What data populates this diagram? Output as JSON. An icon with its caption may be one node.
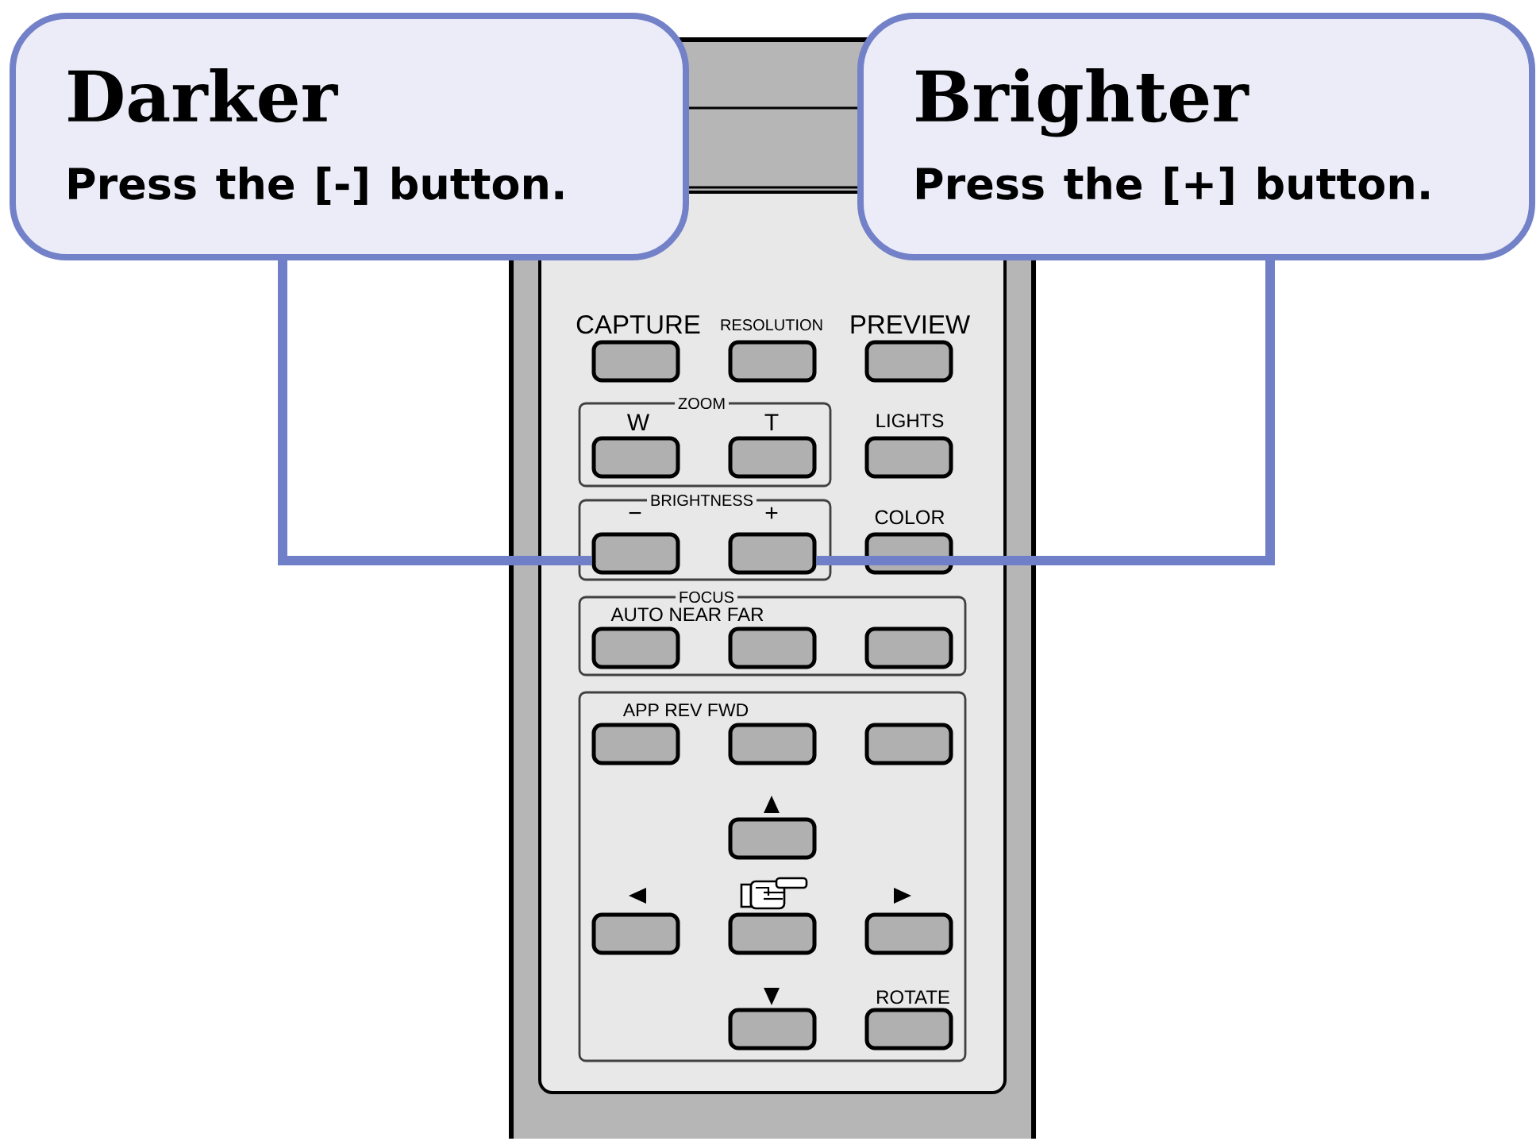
{
  "diagram": {
    "nodes": [
      {
        "text": [
          "Darker",
          "Press the [-] button."
        ]
      },
      {
        "text": [
          "Brighter",
          "Press the [+] button."
        ]
      },
      {
        "text": [],
        "shape": "box",
        "beside": [
          "CAPTURE"
        ]
      },
      {
        "text": [],
        "shape": "box",
        "beside": [
          "RESOLUTION"
        ]
      },
      {
        "text": [],
        "shape": "box",
        "beside": [
          "PREVIEW"
        ]
      },
      {
        "text": [],
        "shape": "box",
        "beside": [
          "W"
        ]
      },
      {
        "text": [],
        "shape": "box",
        "beside": [
          "T"
        ]
      },
      {
        "text": [],
        "shape": "box",
        "beside": [
          "LIGHTS"
        ]
      },
      {
        "text": [],
        "shape": "box",
        "beside": [
          "−"
        ]
      },
      {
        "text": [],
        "shape": "box",
        "beside": [
          "+"
        ]
      },
      {
        "text": [],
        "shape": "box",
        "beside": [
          "COLOR"
        ]
      },
      {
        "text": [],
        "shape": "box"
      },
      {
        "text": [],
        "shape": "box"
      },
      {
        "text": [],
        "shape": "box"
      },
      {
        "text": [],
        "shape": "box"
      },
      {
        "text": [],
        "shape": "box"
      },
      {
        "text": [],
        "shape": "box"
      },
      {
        "text": [],
        "shape": "box"
      },
      {
        "text": [],
        "shape": "box"
      },
      {
        "text": [],
        "shape": "box"
      },
      {
        "text": [],
        "shape": "box"
      },
      {
        "text": [],
        "shape": "box"
      },
      {
        "text": [],
        "shape": "box",
        "beside": [
          "ROTATE"
        ]
      }
    ],
    "edges": [
      {
        "from": 0,
        "to": 8,
        "arrow": "none"
      },
      {
        "from": 1,
        "to": 9,
        "arrow": "none"
      }
    ],
    "labels": [
      "ZOOM",
      "BRIGHTNESS",
      "FOCUS",
      "AUTO NEAR FAR",
      "APP REV FWD"
    ]
  }
}
